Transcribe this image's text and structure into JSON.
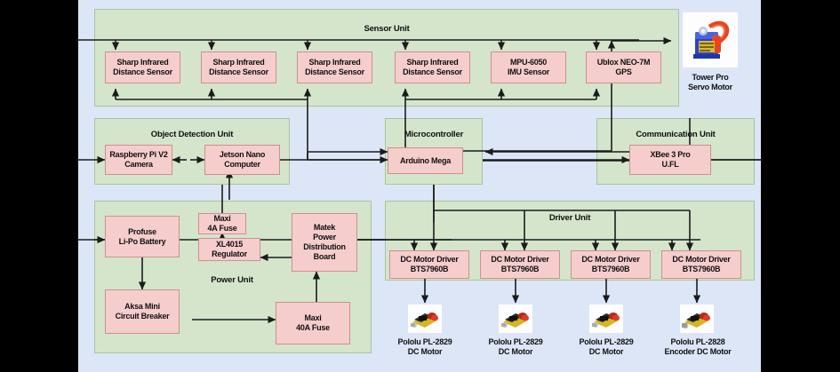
{
  "canvas": {
    "bg": "#dce6f7",
    "unit_bg": "#d4e5cc",
    "unit_border": "#a9c49b",
    "box_bg": "#f6cdcd",
    "box_border": "#cf8f8f",
    "wire": "#1b1b1b"
  },
  "units": [
    {
      "key": "sensor",
      "title": "Sensor Unit"
    },
    {
      "key": "object_detection",
      "title": "Object Detection Unit"
    },
    {
      "key": "microcontroller",
      "title": "Microcontroller"
    },
    {
      "key": "communication",
      "title": "Communication Unit"
    },
    {
      "key": "power",
      "title": "Power Unit"
    },
    {
      "key": "driver",
      "title": "Driver Unit"
    }
  ],
  "sensor_unit": {
    "title": "Sensor Unit",
    "boxes": [
      {
        "line1": "Sharp Infrared",
        "line2": "Distance Sensor"
      },
      {
        "line1": "Sharp Infrared",
        "line2": "Distance Sensor"
      },
      {
        "line1": "Sharp Infrared",
        "line2": "Distance Sensor"
      },
      {
        "line1": "Sharp Infrared",
        "line2": "Distance Sensor"
      },
      {
        "line1": "MPU-6050",
        "line2": "IMU Sensor"
      },
      {
        "line1": "Ublox NEO-7M",
        "line2": "GPS"
      }
    ]
  },
  "servo": {
    "image": "tower-pro-servo-motor-photo",
    "caption_line1": "Tower Pro",
    "caption_line2": "Servo Motor"
  },
  "object_detection_unit": {
    "title": "Object Detection Unit",
    "boxes": [
      {
        "line1": "Raspberry Pi V2",
        "line2": "Camera"
      },
      {
        "line1": "Jetson Nano",
        "line2": "Computer"
      }
    ]
  },
  "microcontroller_unit": {
    "title": "Microcontroller",
    "boxes": [
      {
        "line1": "Arduino Mega",
        "line2": ""
      }
    ]
  },
  "communication_unit": {
    "title": "Communication Unit",
    "boxes": [
      {
        "line1": "XBee 3 Pro",
        "line2": "U.FL"
      }
    ]
  },
  "power_unit": {
    "title": "Power Unit",
    "boxes": [
      {
        "line1": "Profuse",
        "line2": "Li-Po Battery"
      },
      {
        "line1": "Aksa Mini",
        "line2": "Circuit Breaker"
      },
      {
        "line1": "Maxi",
        "line2": "4A Fuse"
      },
      {
        "line1": "XL4015",
        "line2": "Regulator"
      },
      {
        "line1": "Maxi",
        "line2": "40A Fuse"
      },
      {
        "line1": "Matek",
        "line2": "Power",
        "line3": "Distribution",
        "line4": "Board"
      }
    ]
  },
  "driver_unit": {
    "title": "Driver Unit",
    "drivers": [
      {
        "line1": "DC Motor Driver",
        "line2": "BTS7960B"
      },
      {
        "line1": "DC Motor Driver",
        "line2": "BTS7960B"
      },
      {
        "line1": "DC Motor Driver",
        "line2": "BTS7960B"
      },
      {
        "line1": "DC Motor Driver",
        "line2": "BTS7960B"
      }
    ],
    "motors": [
      {
        "image": "pololu-dc-motor-photo",
        "line1": "Pololu PL-2829",
        "line2": "DC Motor"
      },
      {
        "image": "pololu-dc-motor-photo",
        "line1": "Pololu PL-2829",
        "line2": "DC Motor"
      },
      {
        "image": "pololu-dc-motor-photo",
        "line1": "Pololu PL-2829",
        "line2": "DC Motor"
      },
      {
        "image": "pololu-encoder-dc-motor-photo",
        "line1": "Pololu PL-2828",
        "line2": "Encoder DC Motor"
      }
    ]
  }
}
